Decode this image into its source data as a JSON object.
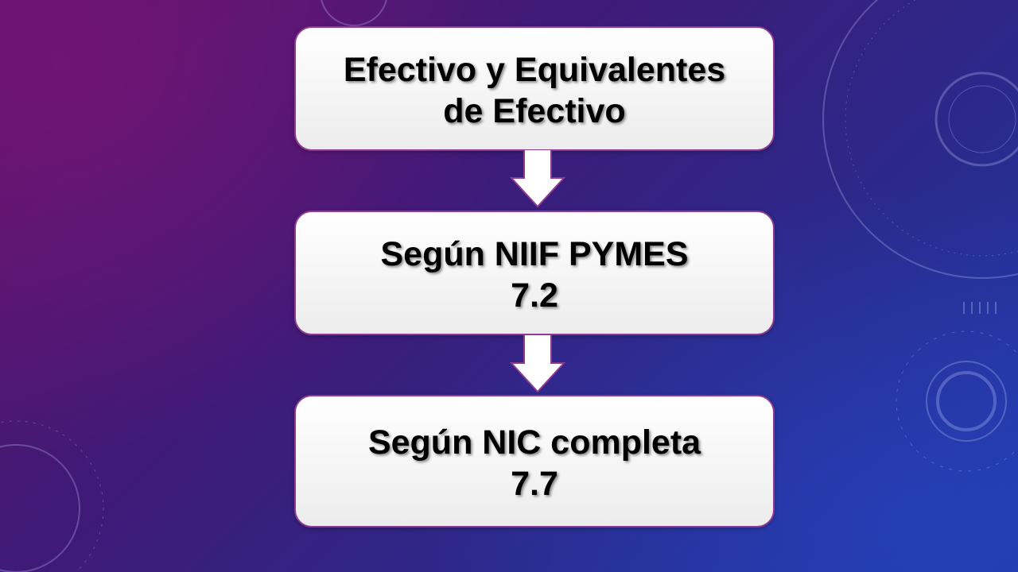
{
  "slide": {
    "boxes": [
      {
        "text": "Efectivo y Equivalentes\nde Efectivo"
      },
      {
        "text": "Según NIIF PYMES\n7.2"
      },
      {
        "text": "Según NIC completa\n7.7"
      }
    ],
    "colors": {
      "box_border": "#8e3a92",
      "box_fill": "#f4f4f4",
      "arrow_fill": "#ffffff",
      "arrow_border": "#8e3a92"
    }
  }
}
